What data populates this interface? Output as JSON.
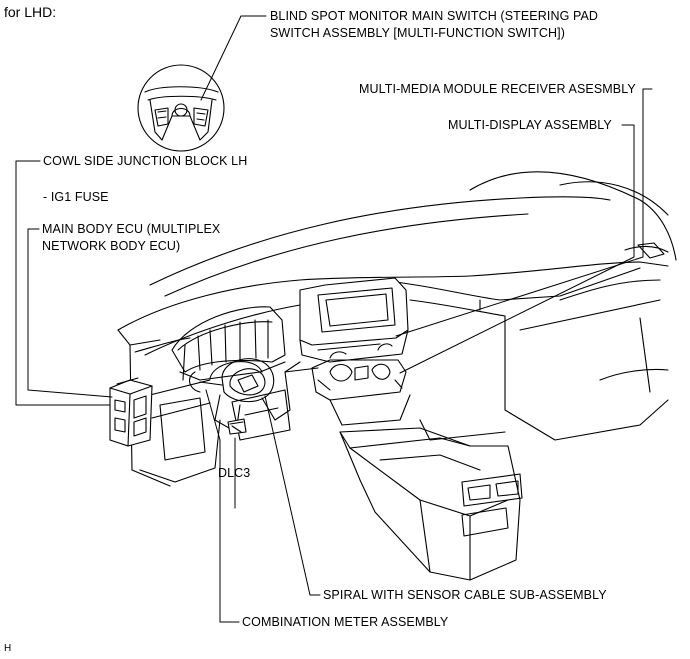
{
  "title": "for LHD:",
  "labels": {
    "bsm_switch": "BLIND SPOT MONITOR MAIN SWITCH (STEERING PAD\nSWITCH ASSEMBLY [MULTI-FUNCTION SWITCH])",
    "mm_receiver": "MULTI-MEDIA MODULE RECEIVER ASESMBLY",
    "multi_display": "MULTI-DISPLAY ASSEMBLY",
    "cowl_junction": "COWL SIDE JUNCTION BLOCK LH",
    "ig1_fuse": "- IG1 FUSE",
    "main_body_ecu": "MAIN BODY ECU (MULTIPLEX\nNETWORK BODY ECU)",
    "dlc3": "DLC3",
    "spiral": "SPIRAL WITH SENSOR CABLE SUB-ASSEMBLY",
    "combination_meter": "COMBINATION METER ASSEMBLY"
  },
  "figure_code": "H"
}
